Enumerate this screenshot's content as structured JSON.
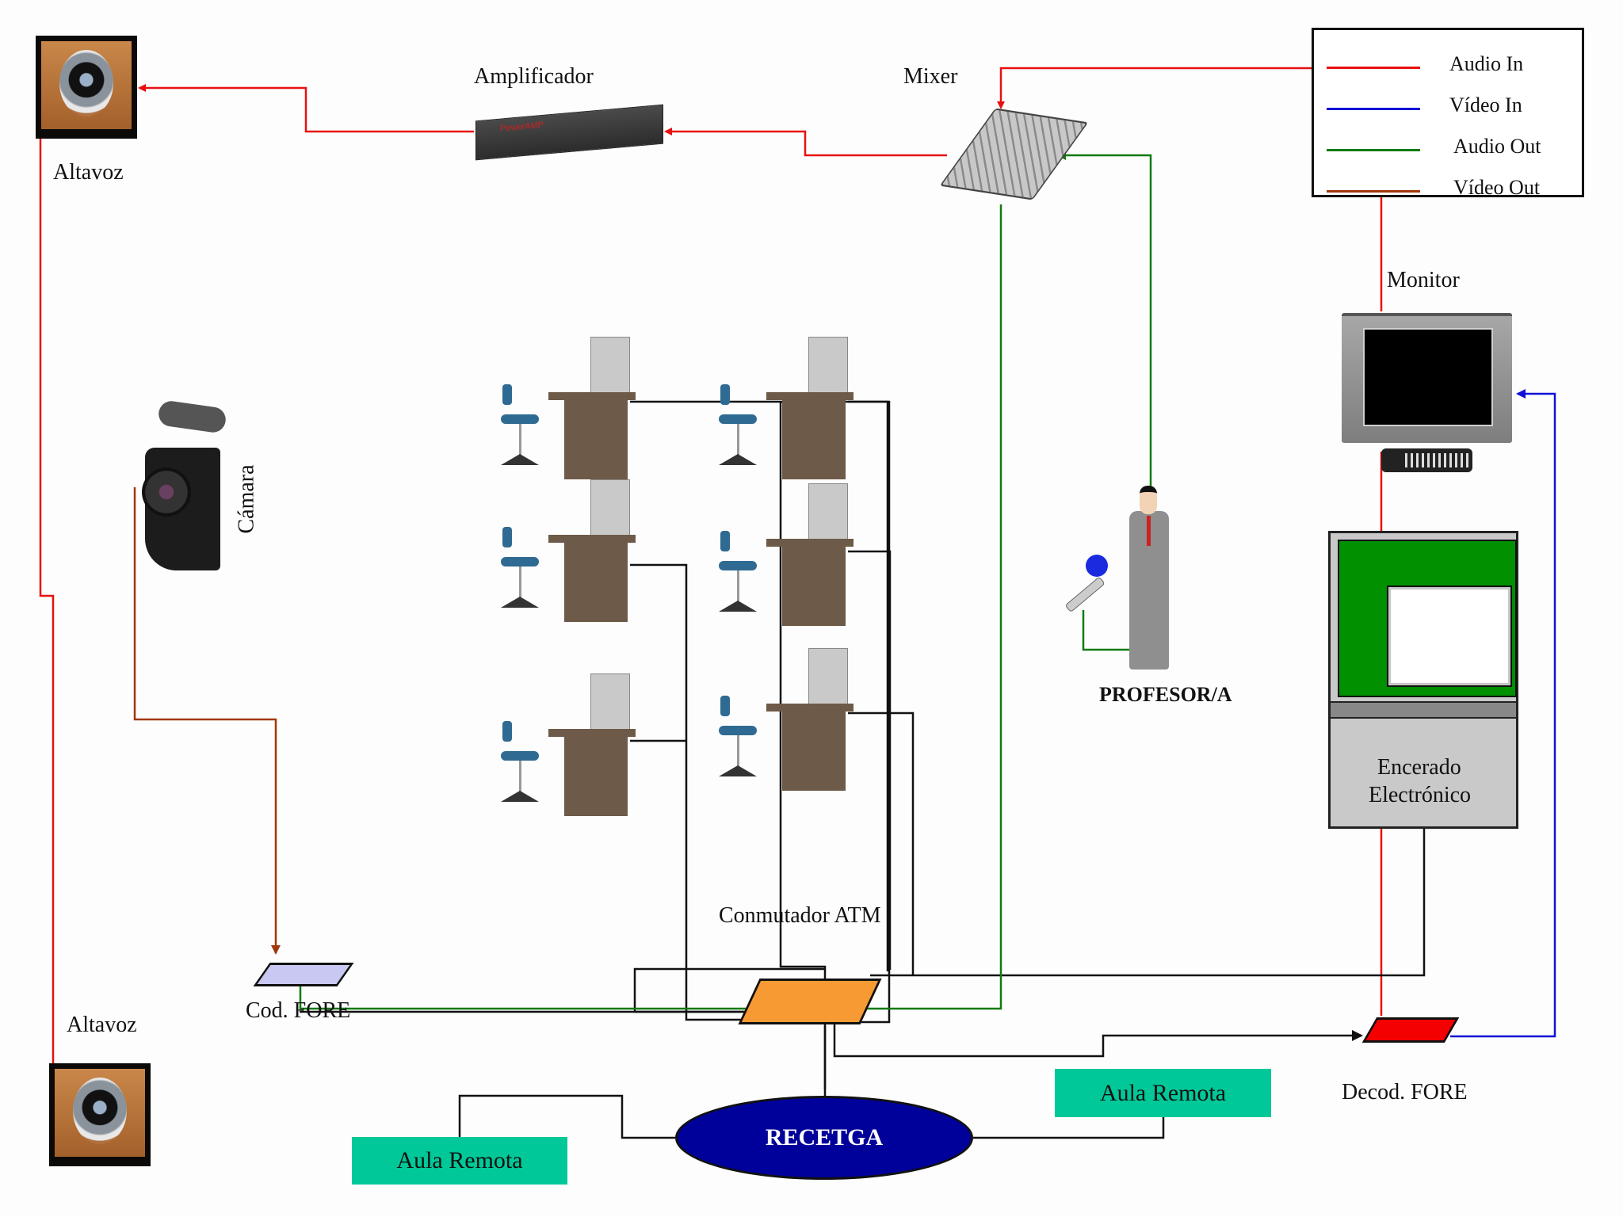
{
  "diagram": {
    "type": "classroom-av-network",
    "legend": {
      "items": [
        {
          "label": "Audio In",
          "color": "#e81010"
        },
        {
          "label": "Vídeo In",
          "color": "#1010d8"
        },
        {
          "label": "Audio Out",
          "color": "#107a10"
        },
        {
          "label": "Vídeo Out",
          "color": "#a0380a"
        }
      ]
    },
    "nodes": {
      "speaker_top": {
        "label": "Altavoz"
      },
      "speaker_bottom": {
        "label": "Altavoz"
      },
      "amplifier": {
        "label": "Amplificador",
        "brand_text": "PowerAMP"
      },
      "mixer": {
        "label": "Mixer"
      },
      "monitor": {
        "label": "Monitor"
      },
      "camera": {
        "label": "Cámara"
      },
      "professor": {
        "label": "PROFESOR/A"
      },
      "whiteboard": {
        "label_line1": "Encerado",
        "label_line2": "Electrónico"
      },
      "encoder": {
        "label": "Cod. FORE"
      },
      "switch": {
        "label": "Conmutador ATM"
      },
      "decoder": {
        "label": "Decod. FORE"
      },
      "network": {
        "label": "RECETGA"
      },
      "remote_room_left": {
        "label": "Aula Remota"
      },
      "remote_room_right": {
        "label": "Aula Remota"
      }
    },
    "workstations": {
      "rows": 3,
      "columns": 2,
      "count": 6
    },
    "colors": {
      "audio_in": "#e81010",
      "video_in": "#1010d8",
      "audio_out": "#107a10",
      "video_out": "#a0380a",
      "network": "#111111",
      "aula_fill": "#00c898",
      "recetga_fill": "#00009a",
      "switch_fill": "#f79a34",
      "decoder_fill": "#f40000",
      "encoder_fill": "#c8c8f2",
      "whiteboard_fill": "#009000"
    }
  }
}
